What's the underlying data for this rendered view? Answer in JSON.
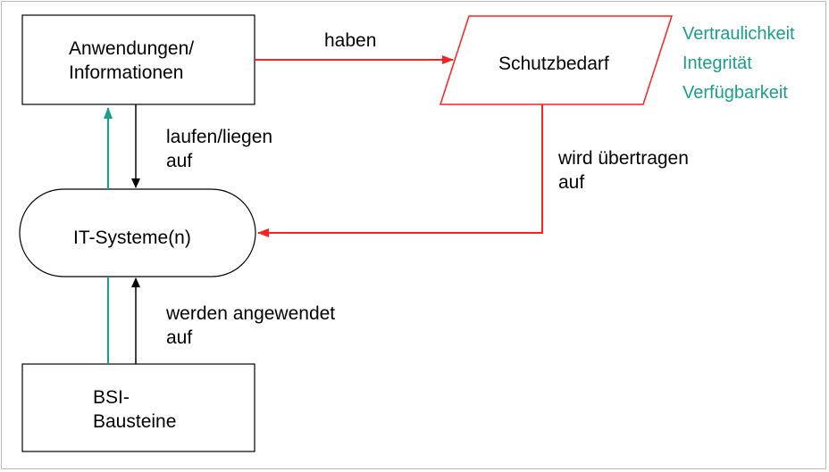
{
  "nodes": {
    "anwendungen": {
      "line1": "Anwendungen/",
      "line2": "Informationen"
    },
    "schutzbedarf": {
      "label": "Schutzbedarf"
    },
    "it_systeme": {
      "label": "IT-Systeme(n)"
    },
    "bsi": {
      "line1": "BSI-",
      "line2": "Bausteine"
    }
  },
  "edges": {
    "haben": "haben",
    "laufen_line1": "laufen/liegen",
    "laufen_line2": "auf",
    "wird_line1": "wird übertragen",
    "wird_line2": "auf",
    "werden_line1": "werden angewendet",
    "werden_line2": "auf"
  },
  "schutzziele": [
    "Vertraulichkeit",
    "Integrität",
    "Verfügbarkeit"
  ],
  "colors": {
    "red": "#ff2020",
    "teal": "#1a9e8a",
    "black": "#000000"
  }
}
